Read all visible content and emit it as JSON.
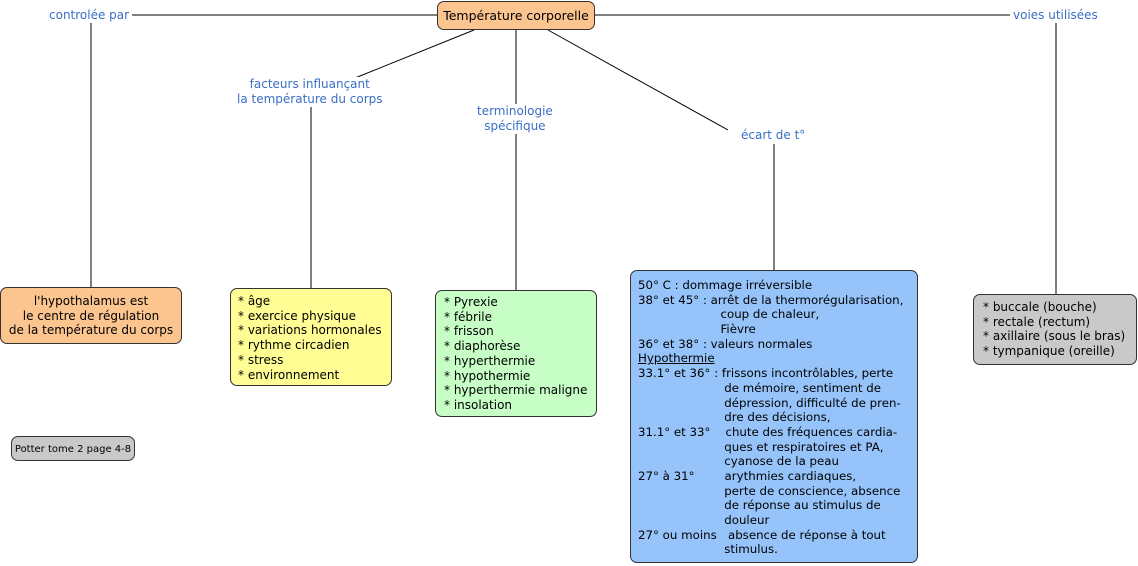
{
  "root": {
    "title": "Température corporelle"
  },
  "links": {
    "controlled_by": "controlée par",
    "factors_line1": "facteurs influançant",
    "factors_line2": "la température du corps",
    "terminology_line1": "terminologie",
    "terminology_line2": "spécifique",
    "deviation": "écart de t°",
    "routes": "voies utilisées"
  },
  "hypothalamus": {
    "lines": [
      "l'hypothalamus est",
      "le centre de régulation",
      "de la température du corps"
    ]
  },
  "factors": {
    "items": [
      "* âge",
      "* exercice physique",
      "* variations hormonales",
      "* rythme circadien",
      "* stress",
      "* environnement"
    ]
  },
  "terminology": {
    "items": [
      "* Pyrexie",
      "* fébrile",
      "* frisson",
      "* diaphorèse",
      "* hyperthermie",
      "* hypothermie",
      "* hyperthermie maligne",
      "* insolation"
    ]
  },
  "deviation_box": {
    "lines": [
      "50° C : dommage irréversible",
      "38° et 45° : arrêt de la thermorégularisation,",
      "                      coup de chaleur,",
      "                      Fièvre",
      "36° et 38° : valeurs normales",
      "Hypothermie",
      "33.1° et 36° : frissons incontrôlables, perte",
      "                       de mémoire, sentiment de",
      "                       dépression, difficulté de pren-",
      "                       dre des décisions,",
      "31.1° et 33°    chute des fréquences cardia-",
      "                       ques et respiratoires et PA,",
      "                       cyanose de la peau",
      "27° à 31°        arythmies cardiaques,",
      "                       perte de conscience, absence",
      "                       de réponse au stimulus de",
      "                       douleur",
      "27° ou moins   absence de réponse à tout",
      "                       stimulus."
    ]
  },
  "routes_box": {
    "items": [
      "* buccale (bouche)",
      "* rectale (rectum)",
      "* axillaire (sous le bras)",
      "* tympanique (oreille)"
    ]
  },
  "reference": {
    "text": "Potter tome 2 page 4-8"
  },
  "colors": {
    "root_fill": "#fcc58f",
    "hypothalamus_fill": "#fcc58f",
    "factors_fill": "#fffd94",
    "terminology_fill": "#c6fec6",
    "deviation_fill": "#96c4fa",
    "routes_fill": "#c9c9c9",
    "reference_fill": "#c9c9c9",
    "link_label": "#3a6fc4"
  }
}
